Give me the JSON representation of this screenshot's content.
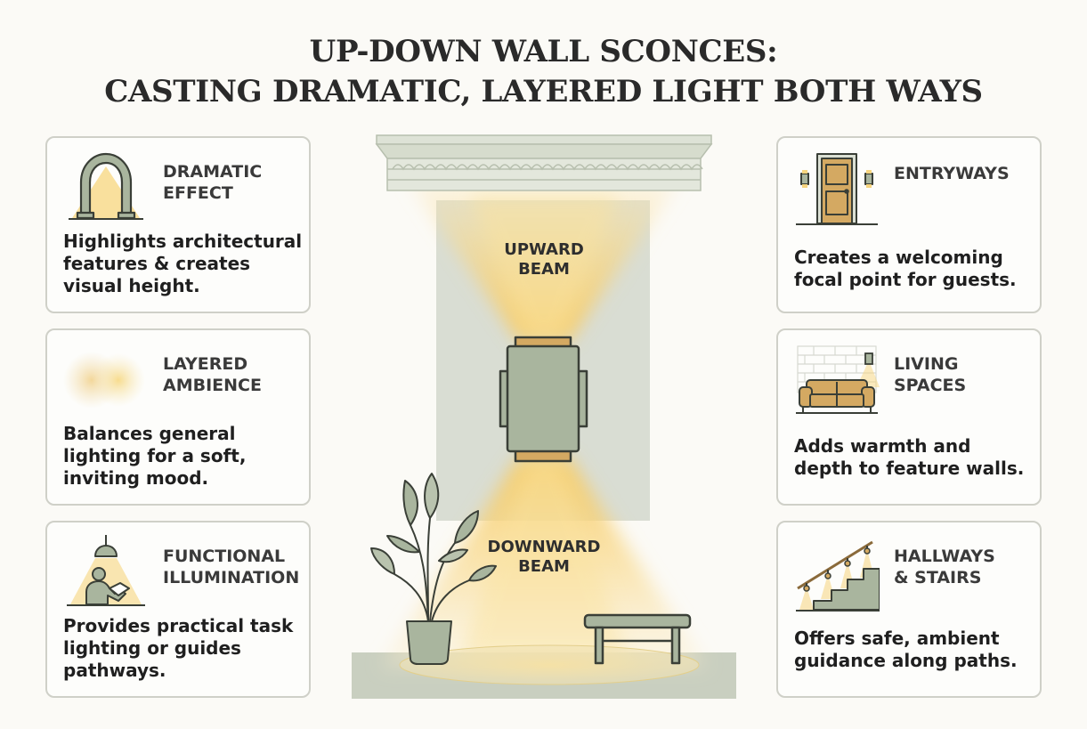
{
  "title": {
    "line1": "UP-DOWN WALL SCONCES:",
    "line2": "CASTING DRAMATIC, LAYERED LIGHT BOTH WAYS"
  },
  "scene": {
    "upward_beam": [
      "UPWARD",
      "BEAM"
    ],
    "downward_beam": [
      "DOWNWARD",
      "BEAM"
    ]
  },
  "cards": {
    "dramatic": {
      "icon": "arch-icon",
      "title": [
        "DRAMATIC",
        "EFFECT"
      ],
      "body": [
        "Highlights architectural",
        "features & creates",
        "visual height."
      ]
    },
    "layered": {
      "icon": "light-orbs-icon",
      "title": [
        "LAYERED",
        "AMBIENCE"
      ],
      "body": [
        "Balances general",
        "lighting for a soft,",
        "inviting mood."
      ]
    },
    "functional": {
      "icon": "reading-lamp-icon",
      "title": [
        "FUNCTIONAL",
        "ILLUMINATION"
      ],
      "body": [
        "Provides practical task",
        "lighting or guides",
        "pathways."
      ]
    },
    "entry": {
      "icon": "door-icon",
      "title": [
        "ENTRYWAYS"
      ],
      "body": [
        "Creates a welcoming",
        "focal point for guests."
      ]
    },
    "living": {
      "icon": "sofa-icon",
      "title": [
        "LIVING",
        "SPACES"
      ],
      "body": [
        "Adds warmth and",
        "depth to feature walls."
      ]
    },
    "hallways": {
      "icon": "staircase-icon",
      "title": [
        "HALLWAYS",
        "& STAIRS"
      ],
      "body": [
        "Offers safe, ambient",
        "guidance along paths."
      ]
    }
  },
  "colors": {
    "sage": "#a9b59e",
    "sage_dark": "#7f8f73",
    "outline": "#3a3f37",
    "gold": "#d4a962",
    "glow": "#f7d57e",
    "card_border": "#cfd0c8"
  }
}
